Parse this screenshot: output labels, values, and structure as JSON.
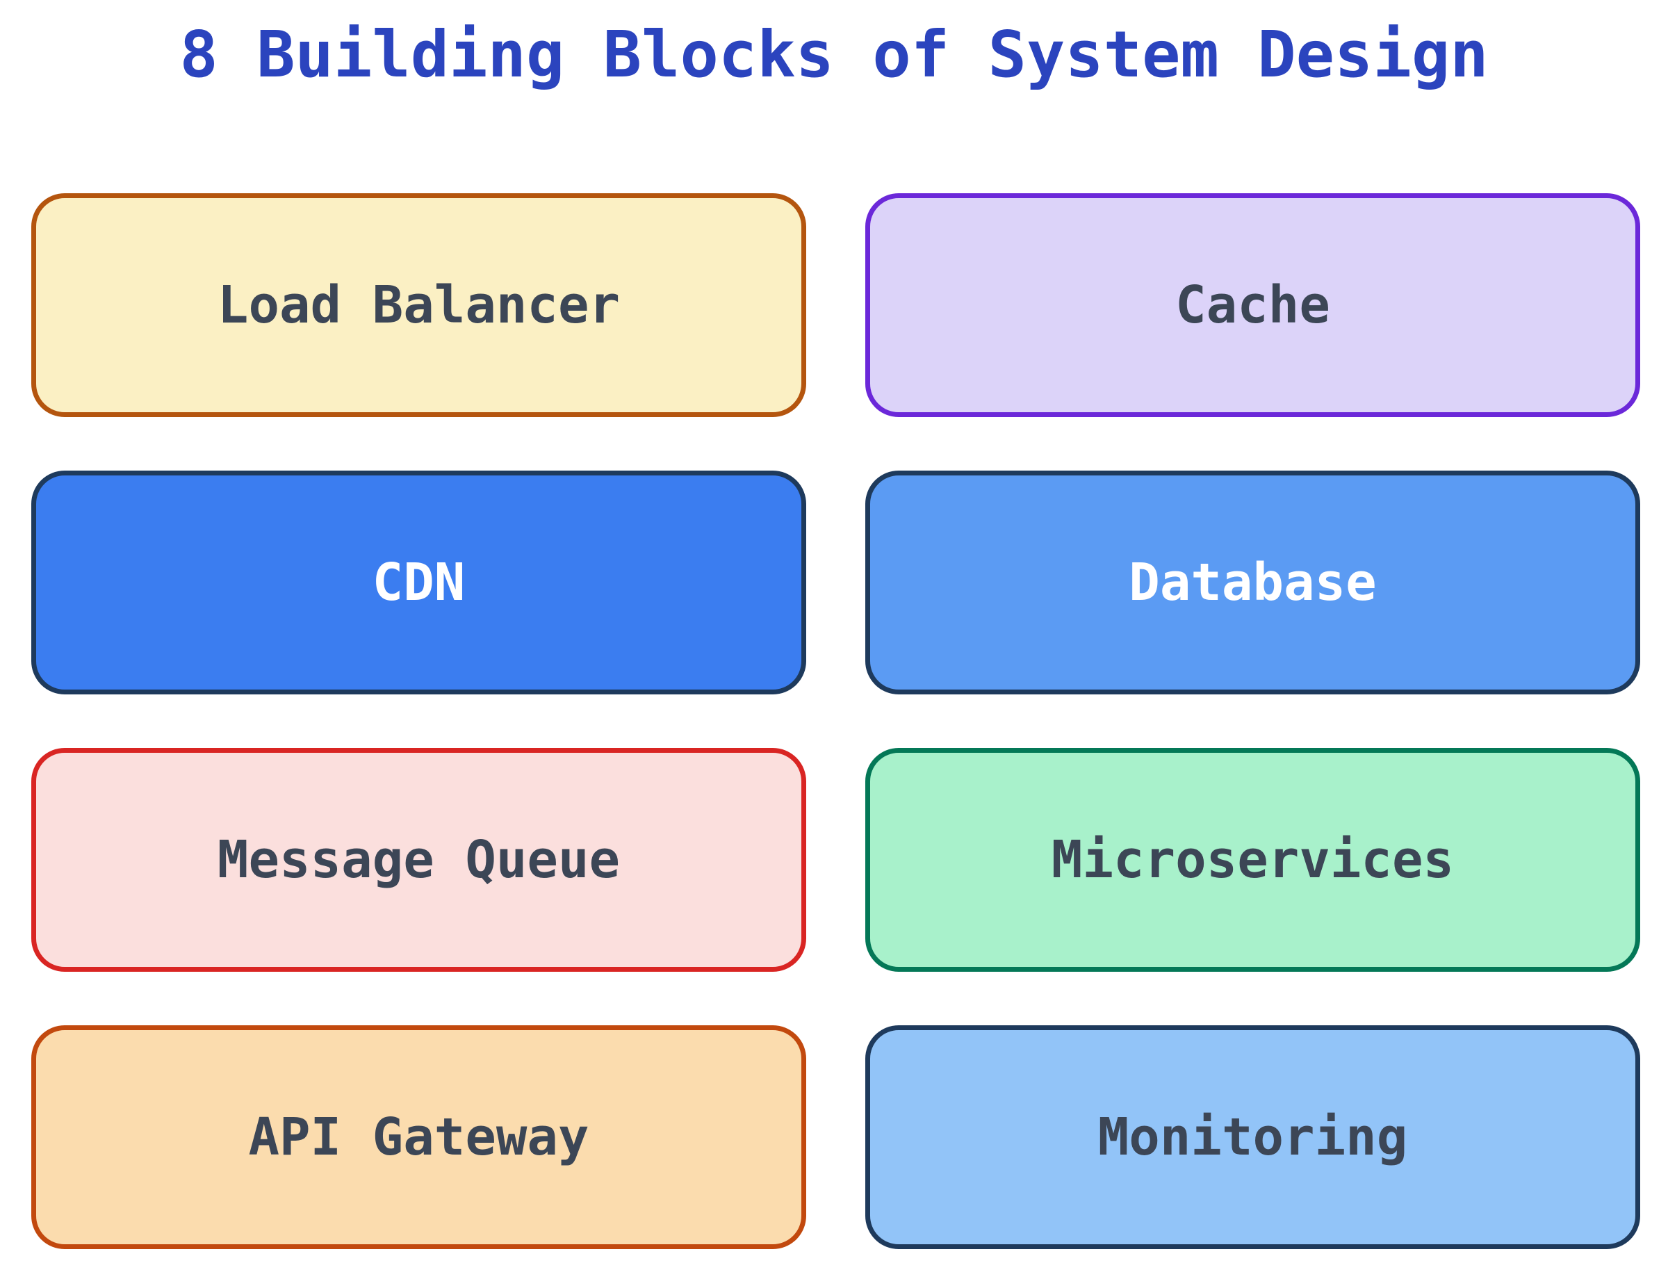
{
  "title": "8 Building Blocks of System Design",
  "title_color": "#2B44BE",
  "background_color": "#FFFFFF",
  "default_text_color": "#3C4656",
  "blocks": [
    {
      "label": "Load Balancer",
      "fill": "#FBF0C4",
      "border": "#B4550E",
      "text": "#3C4656"
    },
    {
      "label": "Cache",
      "fill": "#DCD3F9",
      "border": "#6B28D9",
      "text": "#3C4656"
    },
    {
      "label": "CDN",
      "fill": "#3B7DF0",
      "border": "#1E3A5C",
      "text": "#FFFFFF"
    },
    {
      "label": "Database",
      "fill": "#5B9BF3",
      "border": "#1E3A5C",
      "text": "#FFFFFF"
    },
    {
      "label": "Message Queue",
      "fill": "#FBDFDD",
      "border": "#D92523",
      "text": "#3C4656"
    },
    {
      "label": "Microservices",
      "fill": "#A8F1CB",
      "border": "#047857",
      "text": "#3C4656"
    },
    {
      "label": "API Gateway",
      "fill": "#FBDCAE",
      "border": "#C2490E",
      "text": "#3C4656"
    },
    {
      "label": "Monitoring",
      "fill": "#92C4F8",
      "border": "#1E3A5C",
      "text": "#3C4656"
    }
  ]
}
